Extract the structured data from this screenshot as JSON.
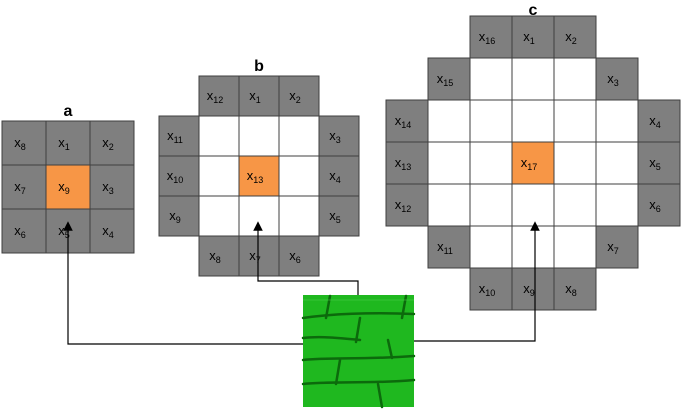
{
  "colors": {
    "outer_cell": "#7f7f7f",
    "inner_cell": "#ffffff",
    "center_cell": "#f79646",
    "grid_line": "#3f3f3f",
    "connector": "#000000",
    "texture_base": "#1fb81f",
    "texture_line": "#0c6a0c"
  },
  "panels": [
    {
      "id": "a",
      "label": "a",
      "grid_size": 3,
      "center": {
        "row": 1,
        "col": 1,
        "var": "x",
        "sub": "9"
      },
      "cells": [
        {
          "row": 0,
          "col": 0,
          "var": "x",
          "sub": "8"
        },
        {
          "row": 0,
          "col": 1,
          "var": "x",
          "sub": "1"
        },
        {
          "row": 0,
          "col": 2,
          "var": "x",
          "sub": "2"
        },
        {
          "row": 1,
          "col": 0,
          "var": "x",
          "sub": "7"
        },
        {
          "row": 1,
          "col": 2,
          "var": "x",
          "sub": "3"
        },
        {
          "row": 2,
          "col": 0,
          "var": "x",
          "sub": "6"
        },
        {
          "row": 2,
          "col": 1,
          "var": "x",
          "sub": "5"
        },
        {
          "row": 2,
          "col": 2,
          "var": "x",
          "sub": "4"
        }
      ]
    },
    {
      "id": "b",
      "label": "b",
      "grid_size": 5,
      "center": {
        "row": 2,
        "col": 2,
        "var": "x",
        "sub": "13"
      },
      "cells": [
        {
          "row": 0,
          "col": 1,
          "var": "x",
          "sub": "12"
        },
        {
          "row": 0,
          "col": 2,
          "var": "x",
          "sub": "1"
        },
        {
          "row": 0,
          "col": 3,
          "var": "x",
          "sub": "2"
        },
        {
          "row": 1,
          "col": 0,
          "var": "x",
          "sub": "11"
        },
        {
          "row": 1,
          "col": 4,
          "var": "x",
          "sub": "3"
        },
        {
          "row": 2,
          "col": 0,
          "var": "x",
          "sub": "10"
        },
        {
          "row": 2,
          "col": 4,
          "var": "x",
          "sub": "4"
        },
        {
          "row": 3,
          "col": 0,
          "var": "x",
          "sub": "9"
        },
        {
          "row": 3,
          "col": 4,
          "var": "x",
          "sub": "5"
        },
        {
          "row": 4,
          "col": 1,
          "var": "x",
          "sub": "8"
        },
        {
          "row": 4,
          "col": 2,
          "var": "x",
          "sub": "7"
        },
        {
          "row": 4,
          "col": 3,
          "var": "x",
          "sub": "6"
        }
      ]
    },
    {
      "id": "c",
      "label": "c",
      "grid_size": 7,
      "center": {
        "row": 3,
        "col": 3,
        "var": "x",
        "sub": "17"
      },
      "cells": [
        {
          "row": 0,
          "col": 2,
          "var": "x",
          "sub": "16"
        },
        {
          "row": 0,
          "col": 3,
          "var": "x",
          "sub": "1"
        },
        {
          "row": 0,
          "col": 4,
          "var": "x",
          "sub": "2"
        },
        {
          "row": 1,
          "col": 1,
          "var": "x",
          "sub": "15"
        },
        {
          "row": 1,
          "col": 5,
          "var": "x",
          "sub": "3"
        },
        {
          "row": 2,
          "col": 0,
          "var": "x",
          "sub": "14"
        },
        {
          "row": 2,
          "col": 6,
          "var": "x",
          "sub": "4"
        },
        {
          "row": 3,
          "col": 0,
          "var": "x",
          "sub": "13"
        },
        {
          "row": 3,
          "col": 6,
          "var": "x",
          "sub": "5"
        },
        {
          "row": 4,
          "col": 0,
          "var": "x",
          "sub": "12"
        },
        {
          "row": 4,
          "col": 6,
          "var": "x",
          "sub": "6"
        },
        {
          "row": 5,
          "col": 1,
          "var": "x",
          "sub": "11"
        },
        {
          "row": 5,
          "col": 5,
          "var": "x",
          "sub": "7"
        },
        {
          "row": 6,
          "col": 2,
          "var": "x",
          "sub": "10"
        },
        {
          "row": 6,
          "col": 3,
          "var": "x",
          "sub": "9"
        },
        {
          "row": 6,
          "col": 4,
          "var": "x",
          "sub": "8"
        }
      ]
    }
  ]
}
